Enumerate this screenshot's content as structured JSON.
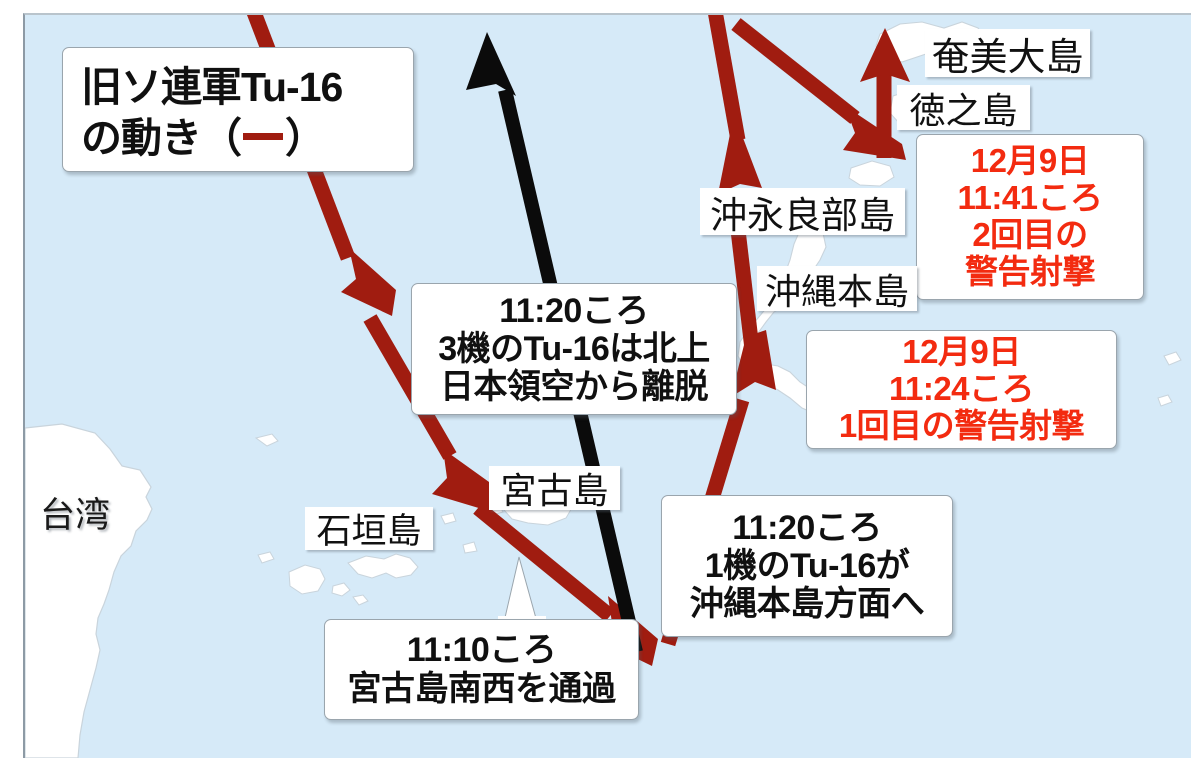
{
  "title": {
    "line1": "旧ソ連軍Tu-16",
    "line2_pre": "の動き（",
    "line2_post": "）"
  },
  "map": {
    "sea_color": "#d6eaf8",
    "land_color": "#ffffff",
    "route_color": "#a01c10",
    "return_route_color": "#0b0b0b",
    "warning_text_color": "#f32b10"
  },
  "places": [
    {
      "id": "amami",
      "label": "奄美大島",
      "style": "chip"
    },
    {
      "id": "tokuno",
      "label": "徳之島",
      "style": "chip"
    },
    {
      "id": "okinoera",
      "label": "沖永良部島",
      "style": "chip"
    },
    {
      "id": "okinawa",
      "label": "沖縄本島",
      "style": "chip"
    },
    {
      "id": "miyako",
      "label": "宮古島",
      "style": "chip"
    },
    {
      "id": "ishigaki",
      "label": "石垣島",
      "style": "chip"
    },
    {
      "id": "taiwan",
      "label": "台湾",
      "style": "plain"
    }
  ],
  "notes": {
    "north_exit": {
      "line1": "11:20ころ",
      "line2": "3機のTu-16は北上",
      "line3": "日本領空から離脱"
    },
    "to_okinawa": {
      "line1": "11:20ころ",
      "line2": "1機のTu-16が",
      "line3": "沖縄本島方面へ"
    },
    "miyako_pass": {
      "line1": "11:10ころ",
      "line2": "宮古島南西を通過"
    }
  },
  "warnings": {
    "second": {
      "line1": "12月9日",
      "line2": "11:41ころ",
      "line3": "2回目の",
      "line4": "警告射撃"
    },
    "first": {
      "line1": "12月9日",
      "line2": "11:24ころ",
      "line3": "1回目の警告射撃"
    }
  }
}
